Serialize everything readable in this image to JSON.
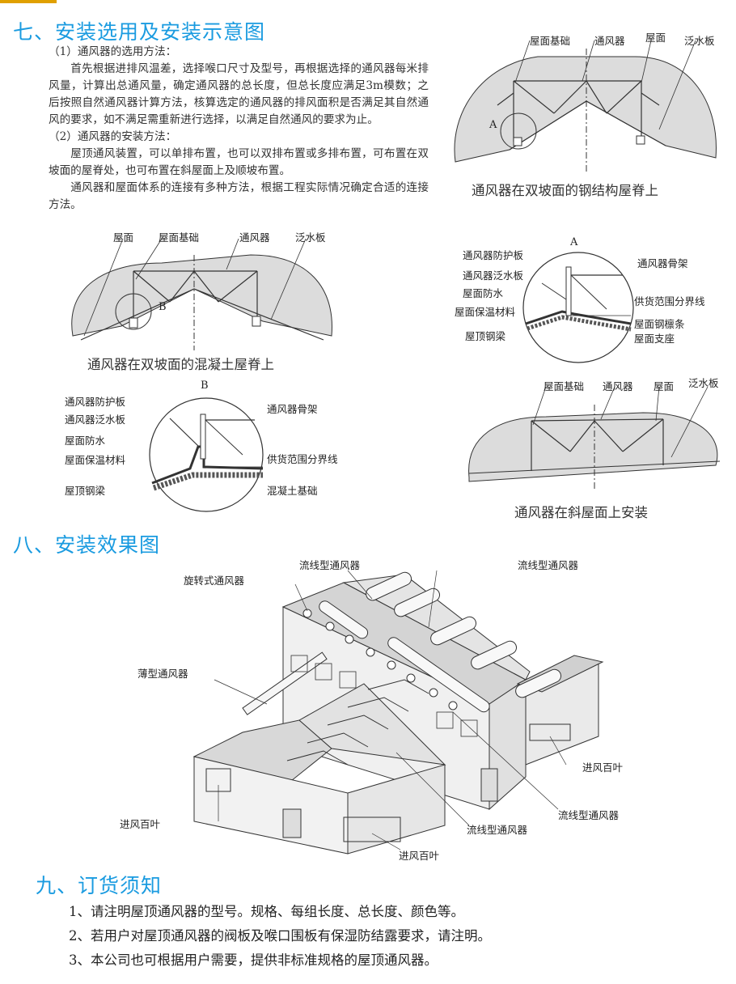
{
  "colors": {
    "heading": "#1a9be0",
    "roof_fill": "#dcdcdc",
    "roof_shade": "#c8c8c8",
    "line": "#333333"
  },
  "section7": {
    "title": "七、安装选用及安装示意图",
    "p1": "（1）通风器的选用方法：",
    "p2": "首先根据进排风温差，选择喉口尺寸及型号，再根据选择的通风器每米排风量，计算出总通风量，确定通风器的总长度，但总长度应满足3m模数；之后按照自然通风器计算方法，核算选定的通风器的排风面积是否满足其自然通风的要求，如不满足需重新进行选择，以满足自然通风的要求为止。",
    "p3": "（2）通风器的安装方法：",
    "p4": "屋顶通风装置，可以单排布置，也可以双排布置或多排布置，可布置在双坡面的屋脊处，也可布置在斜屋面上及顺坡布置。",
    "p5": "通风器和屋面体系的连接有多种方法，根据工程实际情况确定合适的连接方法。"
  },
  "fig_steel": {
    "caption": "通风器在双坡面的钢结构屋脊上",
    "labels": {
      "base": "屋面基础",
      "vent": "通风器",
      "roof": "屋面",
      "flash": "泛水板"
    },
    "marker": "A"
  },
  "fig_concrete": {
    "caption": "通风器在双坡面的混凝土屋脊上",
    "labels": {
      "roof": "屋面",
      "base": "屋面基础",
      "vent": "通风器",
      "flash": "泛水板"
    },
    "marker": "B"
  },
  "detail_a": {
    "title": "A",
    "labels": {
      "guard": "通风器防护板",
      "vflash": "通风器泛水板",
      "water": "屋面防水",
      "insul": "屋面保温材料",
      "beam": "屋顶钢梁",
      "frame": "通风器骨架",
      "supply": "供货范围分界线",
      "purlin": "屋面钢檩条",
      "support": "屋面支座"
    }
  },
  "detail_b": {
    "title": "B",
    "labels": {
      "guard": "通风器防护板",
      "vflash": "通风器泛水板",
      "water": "屋面防水",
      "insul": "屋面保温材料",
      "beam": "屋顶钢梁",
      "frame": "通风器骨架",
      "supply": "供货范围分界线",
      "concrete": "混凝土基础"
    }
  },
  "fig_slope": {
    "caption": "通风器在斜屋面上安装",
    "labels": {
      "base": "屋面基础",
      "vent": "通风器",
      "roof": "屋面",
      "flash": "泛水板"
    }
  },
  "section8": {
    "title": "八、安装效果图",
    "labels": {
      "stream_top": "流线型通风器",
      "stream_right": "流线型通风器",
      "rotary": "旋转式通风器",
      "thin": "薄型通风器",
      "louver_right": "进风百叶",
      "louver_left": "进风百叶",
      "stream_mid": "流线型通风器",
      "stream_bottom": "流线型通风器",
      "louver_bottom": "进风百叶"
    }
  },
  "section9": {
    "title": "九、订货须知",
    "items": [
      "1、请注明屋顶通风器的型号。规格、每组长度、总长度、颜色等。",
      "2、若用户对屋顶通风器的阀板及喉口围板有保湿防结露要求，请注明。",
      "3、本公司也可根据用户需要，提供非标准规格的屋顶通风器。"
    ]
  }
}
